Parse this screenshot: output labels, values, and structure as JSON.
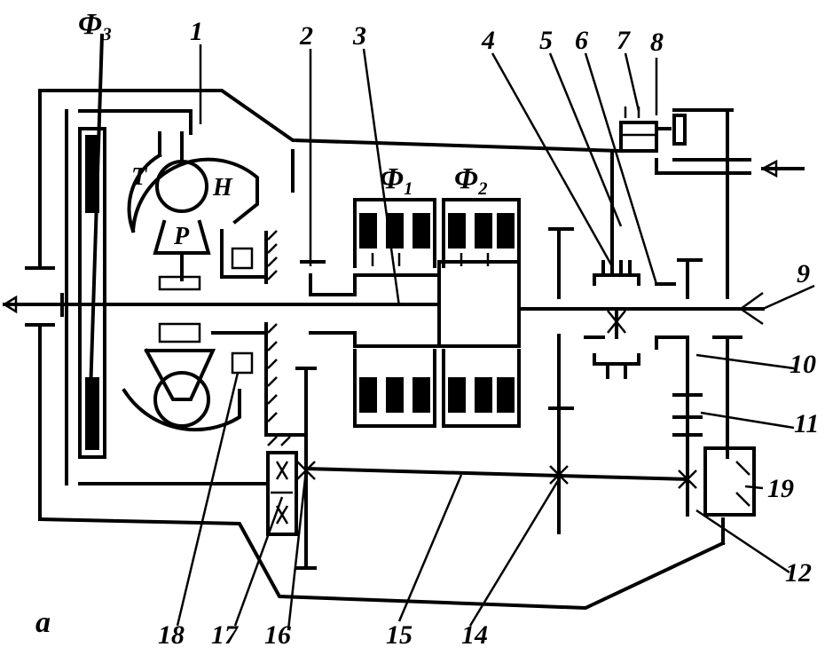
{
  "diagram": {
    "labels": {
      "phi3": "Φ₃",
      "n1": "1",
      "n2": "2",
      "n3": "3",
      "n4": "4",
      "n5": "5",
      "n6": "6",
      "n7": "7",
      "n8": "8",
      "n9": "9",
      "n10": "10",
      "n11": "11",
      "n12": "12",
      "n14": "14",
      "n15": "15",
      "n16": "16",
      "n17": "17",
      "n18": "18",
      "n19": "19",
      "phi1": "Φ₁",
      "phi2": "Φ₂",
      "T": "T",
      "H": "H",
      "P": "P",
      "a": "a"
    }
  }
}
